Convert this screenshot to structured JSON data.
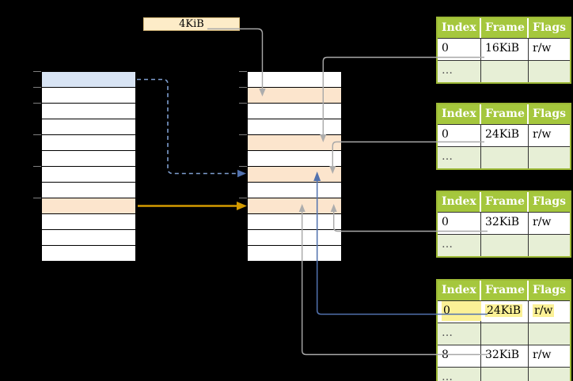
{
  "diagram": {
    "description": "Two-level paging diagram: virtual memory pages mapped through page tables to physical frames",
    "page_size_box": {
      "label": "4KiB"
    },
    "virtual_memory_column": {
      "rows": [
        {
          "fill": "blue"
        },
        {
          "fill": "white"
        },
        {
          "fill": "white"
        },
        {
          "fill": "white"
        },
        {
          "fill": "white"
        },
        {
          "fill": "white"
        },
        {
          "fill": "white"
        },
        {
          "fill": "white"
        },
        {
          "fill": "orange"
        },
        {
          "fill": "white"
        },
        {
          "fill": "white"
        },
        {
          "fill": "white"
        }
      ]
    },
    "physical_memory_column": {
      "rows": [
        {
          "fill": "white"
        },
        {
          "fill": "orange"
        },
        {
          "fill": "white"
        },
        {
          "fill": "white"
        },
        {
          "fill": "orange"
        },
        {
          "fill": "white"
        },
        {
          "fill": "orange"
        },
        {
          "fill": "white"
        },
        {
          "fill": "orange"
        },
        {
          "fill": "white"
        },
        {
          "fill": "white"
        },
        {
          "fill": "white"
        }
      ]
    },
    "colors": {
      "table_header_green": "#a5c73d",
      "table_border_green": "#9db936",
      "table_row_light_green": "#e7efd6",
      "highlight_yellow": "#fbf196",
      "virtual_page_blue": "#d8e4f4",
      "frame_orange": "#fce5cd",
      "page_box_cream": "#fdecc8",
      "arrow_gray": "#a8a8a8",
      "arrow_orange": "#d49b00",
      "arrow_blue": "#5272ae",
      "arrow_dash_blue": "#7e9ecf"
    }
  },
  "page_tables": [
    {
      "headers": [
        "Index",
        "Frame",
        "Flags"
      ],
      "rows": [
        [
          "0",
          "16KiB",
          "r/w"
        ],
        [
          "…",
          "",
          ""
        ]
      ]
    },
    {
      "headers": [
        "Index",
        "Frame",
        "Flags"
      ],
      "rows": [
        [
          "0",
          "24KiB",
          "r/w"
        ],
        [
          "…",
          "",
          ""
        ]
      ]
    },
    {
      "headers": [
        "Index",
        "Frame",
        "Flags"
      ],
      "rows": [
        [
          "0",
          "32KiB",
          "r/w"
        ],
        [
          "…",
          "",
          ""
        ]
      ]
    },
    {
      "headers": [
        "Index",
        "Frame",
        "Flags"
      ],
      "rows": [
        [
          "0",
          "24KiB",
          "r/w"
        ],
        [
          "…",
          "",
          ""
        ],
        [
          "8",
          "32KiB",
          "r/w"
        ],
        [
          "…",
          "",
          ""
        ]
      ],
      "highlighted_row": 0
    }
  ]
}
